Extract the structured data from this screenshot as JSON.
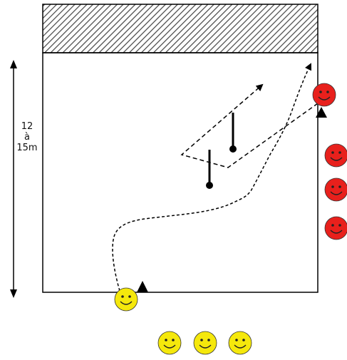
{
  "dimension": {
    "line1": "12",
    "line2": "à",
    "line3": "15m"
  },
  "colors": {
    "field_border": "#000000",
    "hatch": "#555555",
    "team_red": "#e8201c",
    "team_yellow": "#f5e80c",
    "path": "#000000"
  },
  "players": {
    "red": {
      "count": 4,
      "icon": "smiley-face-icon"
    },
    "yellow": {
      "count": 4,
      "icon": "smiley-face-icon"
    }
  },
  "cones": {
    "count": 2,
    "icon": "triangle-cone-icon"
  },
  "poles": {
    "count": 2,
    "icon": "pole-marker-icon"
  }
}
